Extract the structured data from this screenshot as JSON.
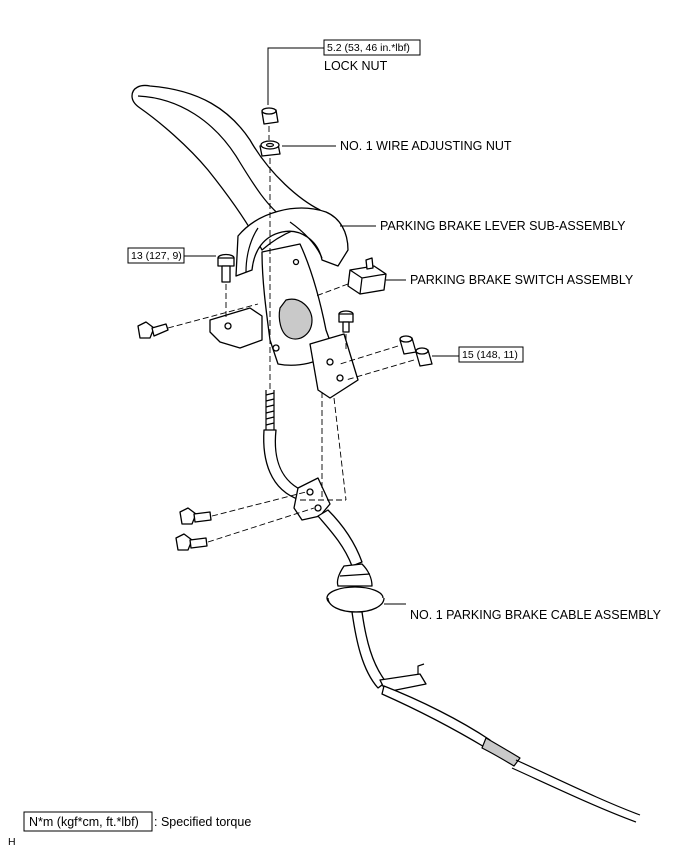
{
  "labels": {
    "lock_nut_torque": "5.2 (53, 46 in.*lbf)",
    "lock_nut": "LOCK NUT",
    "wire_adjusting_nut": "NO. 1 WIRE ADJUSTING NUT",
    "lever_sub_assembly": "PARKING BRAKE LEVER SUB-ASSEMBLY",
    "bolt_torque_left": "13 (127, 9)",
    "switch_assembly": "PARKING BRAKE SWITCH ASSEMBLY",
    "nut_torque_right": "15 (148, 11)",
    "cable_assembly": "NO. 1 PARKING BRAKE CABLE ASSEMBLY"
  },
  "legend": {
    "unit_box": "N*m (kgf*cm, ft.*lbf)",
    "description": ": Specified torque"
  },
  "corner_mark": "H"
}
